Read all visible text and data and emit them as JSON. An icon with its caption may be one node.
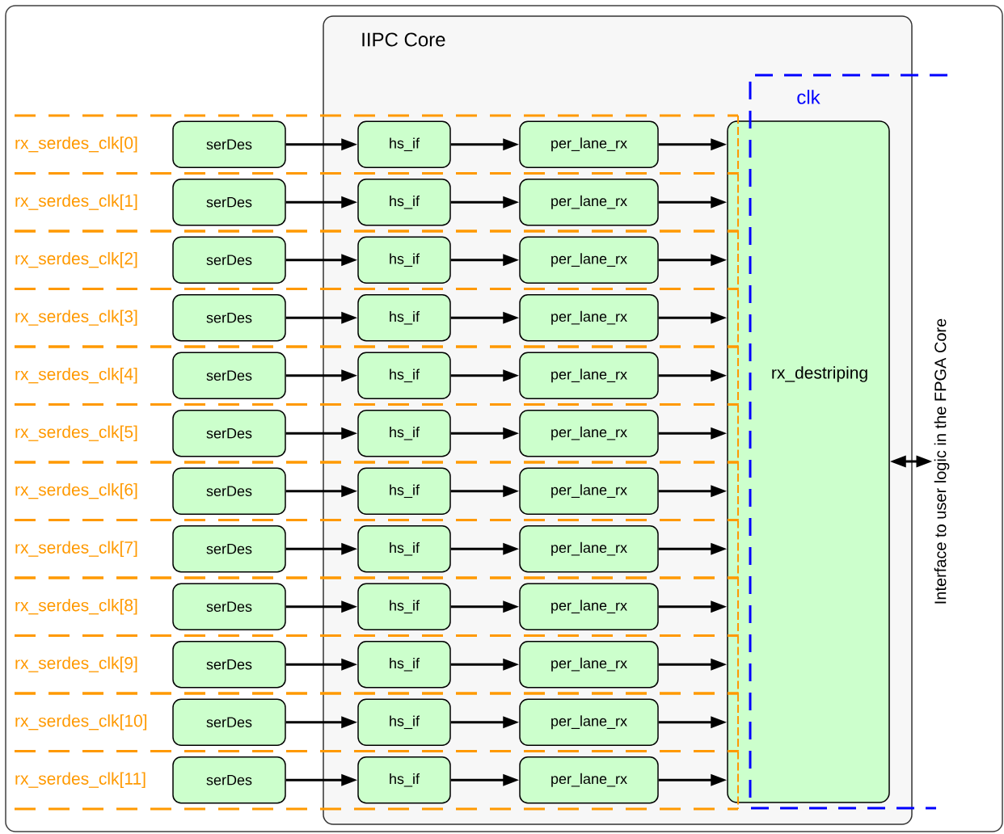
{
  "diagram": {
    "nodes": [
      {
        "text": [
          "IIPC Core"
        ]
      },
      {
        "text": [
          "clk"
        ],
        "in": 0
      },
      {
        "text": [
          "rx_serdes_clk[0]"
        ]
      },
      {
        "text": [
          "serDes"
        ],
        "in": 2
      },
      {
        "text": [
          "hs_if"
        ]
      },
      {
        "text": [
          "per_lane_rx"
        ]
      },
      {
        "text": [
          "rx_serdes_clk[1]"
        ]
      },
      {
        "text": [
          "serDes"
        ],
        "in": 6
      },
      {
        "text": [
          "hs_if"
        ]
      },
      {
        "text": [
          "per_lane_rx"
        ]
      },
      {
        "text": [
          "rx_serdes_clk[2]"
        ]
      },
      {
        "text": [
          "serDes"
        ],
        "in": 10
      },
      {
        "text": [
          "hs_if"
        ]
      },
      {
        "text": [
          "per_lane_rx"
        ]
      },
      {
        "text": [
          "rx_serdes_clk[3]"
        ]
      },
      {
        "text": [
          "serDes"
        ],
        "in": 14
      },
      {
        "text": [
          "hs_if"
        ]
      },
      {
        "text": [
          "per_lane_rx"
        ]
      },
      {
        "text": [
          "rx_serdes_clk[4]"
        ]
      },
      {
        "text": [
          "serDes"
        ],
        "in": 18
      },
      {
        "text": [
          "hs_if"
        ]
      },
      {
        "text": [
          "per_lane_rx"
        ]
      },
      {
        "text": [
          "rx_serdes_clk[5]"
        ]
      },
      {
        "text": [
          "serDes"
        ],
        "in": 22
      },
      {
        "text": [
          "hs_if"
        ]
      },
      {
        "text": [
          "per_lane_rx"
        ]
      },
      {
        "text": [
          "rx_serdes_clk[6]"
        ]
      },
      {
        "text": [
          "serDes"
        ],
        "in": 26
      },
      {
        "text": [
          "hs_if"
        ]
      },
      {
        "text": [
          "per_lane_rx"
        ]
      },
      {
        "text": [
          "rx_serdes_clk[7]"
        ]
      },
      {
        "text": [
          "serDes"
        ],
        "in": 30
      },
      {
        "text": [
          "hs_if"
        ]
      },
      {
        "text": [
          "per_lane_rx"
        ]
      },
      {
        "text": [
          "rx_serdes_clk[8]"
        ]
      },
      {
        "text": [
          "serDes"
        ],
        "in": 34
      },
      {
        "text": [
          "hs_if"
        ]
      },
      {
        "text": [
          "per_lane_rx"
        ]
      },
      {
        "text": [
          "rx_serdes_clk[9]"
        ]
      },
      {
        "text": [
          "serDes"
        ],
        "in": 38
      },
      {
        "text": [
          "hs_if"
        ]
      },
      {
        "text": [
          "per_lane_rx"
        ]
      },
      {
        "text": [
          "rx_serdes_clk[10]"
        ]
      },
      {
        "text": [
          "serDes"
        ],
        "in": 42
      },
      {
        "text": [
          "hs_if"
        ]
      },
      {
        "text": [
          "per_lane_rx"
        ]
      },
      {
        "text": [
          "rx_serdes_clk[11]"
        ]
      },
      {
        "text": [
          "serDes"
        ],
        "in": 46
      },
      {
        "text": [
          "hs_if"
        ]
      },
      {
        "text": [
          "per_lane_rx"
        ]
      },
      {
        "text": [
          "rx_destriping"
        ],
        "in": 0
      },
      {
        "text": [
          "Interface to user logic in the FPGA Core"
        ]
      }
    ],
    "edges": [
      {
        "from": 3,
        "to": 4,
        "arrow": "to"
      },
      {
        "from": 4,
        "to": 5,
        "arrow": "to"
      },
      {
        "from": 5,
        "to": 50,
        "arrow": "to"
      },
      {
        "from": 7,
        "to": 8,
        "arrow": "to"
      },
      {
        "from": 8,
        "to": 9,
        "arrow": "to"
      },
      {
        "from": 9,
        "to": 50,
        "arrow": "to"
      },
      {
        "from": 11,
        "to": 12,
        "arrow": "to"
      },
      {
        "from": 12,
        "to": 13,
        "arrow": "to"
      },
      {
        "from": 13,
        "to": 50,
        "arrow": "to"
      },
      {
        "from": 15,
        "to": 16,
        "arrow": "to"
      },
      {
        "from": 16,
        "to": 17,
        "arrow": "to"
      },
      {
        "from": 17,
        "to": 50,
        "arrow": "to"
      },
      {
        "from": 19,
        "to": 20,
        "arrow": "to"
      },
      {
        "from": 20,
        "to": 21,
        "arrow": "to"
      },
      {
        "from": 21,
        "to": 50,
        "arrow": "to"
      },
      {
        "from": 23,
        "to": 24,
        "arrow": "to"
      },
      {
        "from": 24,
        "to": 25,
        "arrow": "to"
      },
      {
        "from": 25,
        "to": 50,
        "arrow": "to"
      },
      {
        "from": 27,
        "to": 28,
        "arrow": "to"
      },
      {
        "from": 28,
        "to": 29,
        "arrow": "to"
      },
      {
        "from": 29,
        "to": 50,
        "arrow": "to"
      },
      {
        "from": 31,
        "to": 32,
        "arrow": "to"
      },
      {
        "from": 32,
        "to": 33,
        "arrow": "to"
      },
      {
        "from": 33,
        "to": 50,
        "arrow": "to"
      },
      {
        "from": 35,
        "to": 36,
        "arrow": "to"
      },
      {
        "from": 36,
        "to": 37,
        "arrow": "to"
      },
      {
        "from": 37,
        "to": 50,
        "arrow": "to"
      },
      {
        "from": 39,
        "to": 40,
        "arrow": "to"
      },
      {
        "from": 40,
        "to": 41,
        "arrow": "to"
      },
      {
        "from": 41,
        "to": 50,
        "arrow": "to"
      },
      {
        "from": 43,
        "to": 44,
        "arrow": "to"
      },
      {
        "from": 44,
        "to": 45,
        "arrow": "to"
      },
      {
        "from": 45,
        "to": 50,
        "arrow": "to"
      },
      {
        "from": 47,
        "to": 48,
        "arrow": "to"
      },
      {
        "from": 48,
        "to": 49,
        "arrow": "to"
      },
      {
        "from": 49,
        "to": 50,
        "arrow": "to"
      },
      {
        "from": 50,
        "to": 51,
        "arrow": "both"
      }
    ]
  }
}
